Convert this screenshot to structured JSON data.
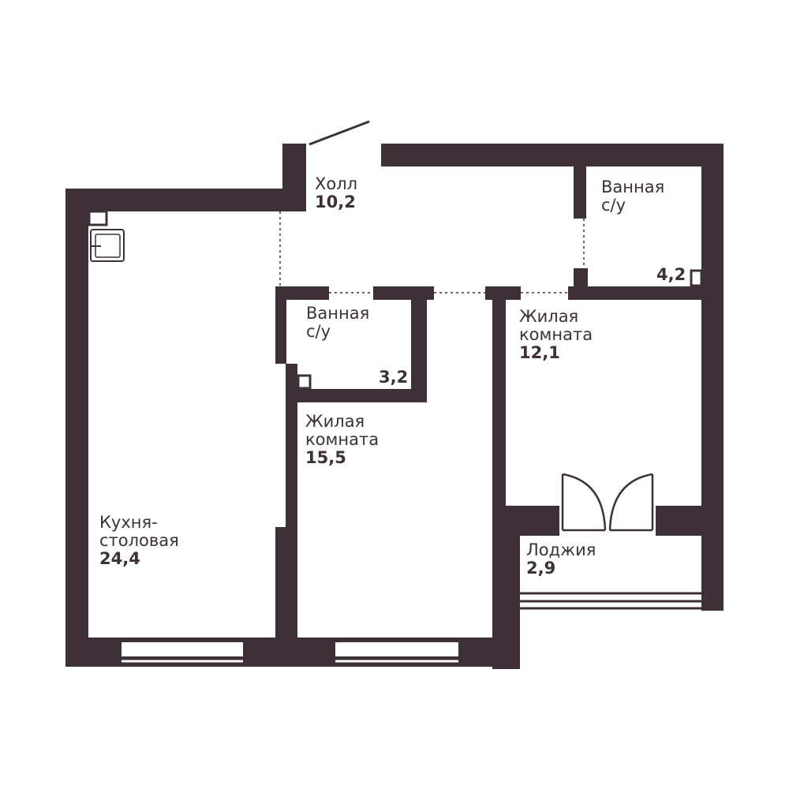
{
  "colors": {
    "wall": "#3d3137",
    "background": "#ffffff"
  },
  "rooms": {
    "hall": {
      "name": "Холл",
      "area": "10,2"
    },
    "bath_top": {
      "name": "Ванная\nс/у",
      "area": "4,2"
    },
    "bath_mid": {
      "name": "Ванная\nс/у",
      "area": "3,2"
    },
    "living_12": {
      "name": "Жилая\nкомната",
      "area": "12,1"
    },
    "living_15": {
      "name": "Жилая\nкомната",
      "area": "15,5"
    },
    "kitchen": {
      "name": "Кухня-\nстоловая",
      "area": "24,4"
    },
    "loggia": {
      "name": "Лоджия",
      "area": "2,9"
    }
  }
}
